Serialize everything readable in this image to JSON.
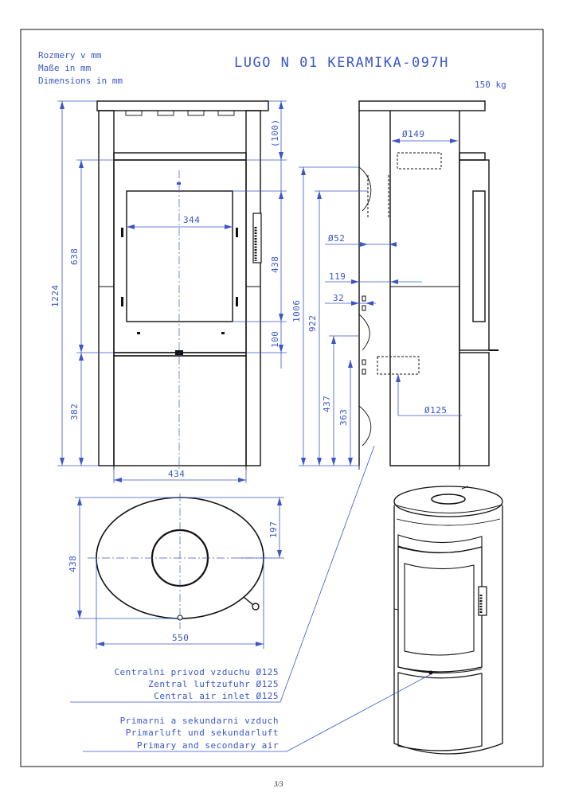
{
  "header": {
    "units_cz": "Rozmery v mm",
    "units_de": "Maße in mm",
    "units_en": "Dimensions in mm",
    "model": "LUGO N 01 KERAMIKA-097H",
    "weight": "150 kg"
  },
  "front_view": {
    "dim_total_height": "1224",
    "dim_upper": "638",
    "dim_lower": "382",
    "dim_top": "(100)",
    "dim_door_height": "438",
    "dim_below_door": "100",
    "dim_window_width": "344",
    "dim_width": "434"
  },
  "side_view": {
    "dim_flue_diameter": "Ø149",
    "dim_flue_height": "1006",
    "dim_922": "922",
    "dim_437": "437",
    "dim_363": "363",
    "dim_air_pipe": "Ø52",
    "dim_119": "119",
    "dim_32": "32",
    "dim_inlet": "Ø125"
  },
  "top_view": {
    "dim_depth": "438",
    "dim_center": "197",
    "dim_width": "550"
  },
  "callouts": {
    "central_cz": "Centralni privod vzduchu Ø125",
    "central_de": "Zentral luftzufuhr Ø125",
    "central_en": "Central air inlet Ø125",
    "primary_cz": "Primarni a sekundarni vzduch",
    "primary_de": "Primarluft und sekundarluft",
    "primary_en": "Primary and secondary air"
  },
  "footer": {
    "page": "3/3"
  },
  "colors": {
    "dimension": "#3a56c9",
    "outline": "#111111"
  }
}
